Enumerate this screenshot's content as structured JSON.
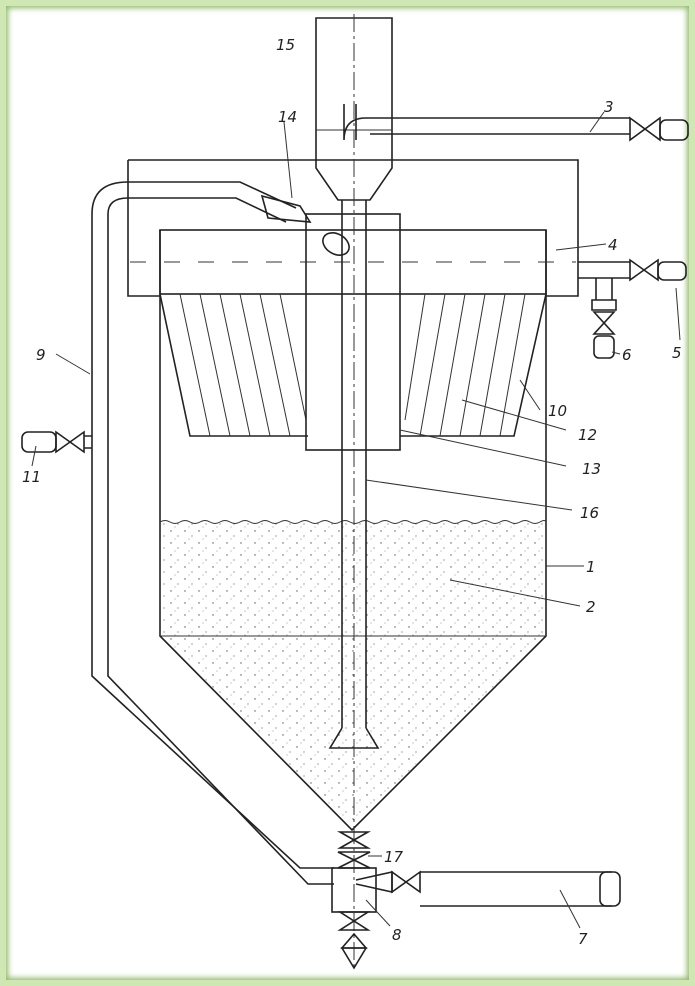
{
  "diagram": {
    "labels": [
      {
        "id": "1",
        "text": "1"
      },
      {
        "id": "2",
        "text": "2"
      },
      {
        "id": "3",
        "text": "3"
      },
      {
        "id": "4",
        "text": "4"
      },
      {
        "id": "5",
        "text": "5"
      },
      {
        "id": "6",
        "text": "6"
      },
      {
        "id": "7",
        "text": "7"
      },
      {
        "id": "8",
        "text": "8"
      },
      {
        "id": "9",
        "text": "9"
      },
      {
        "id": "10",
        "text": "10"
      },
      {
        "id": "11",
        "text": "11"
      },
      {
        "id": "12",
        "text": "12"
      },
      {
        "id": "13",
        "text": "13"
      },
      {
        "id": "14",
        "text": "14"
      },
      {
        "id": "15",
        "text": "15"
      },
      {
        "id": "16",
        "text": "16"
      },
      {
        "id": "17",
        "text": "17"
      }
    ],
    "colors": {
      "frame": "#cfe8b3",
      "line": "#222222",
      "background": "#ffffff"
    }
  }
}
